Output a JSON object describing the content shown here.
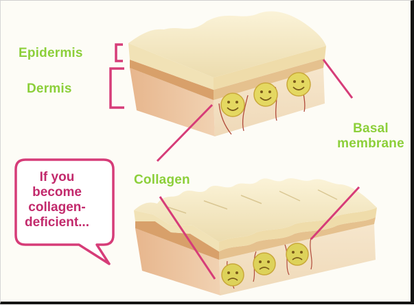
{
  "labels": {
    "epidermis": "Epidermis",
    "dermis": "Dermis",
    "basal_membrane": "Basal\nmembrane",
    "collagen": "Collagen"
  },
  "speech_bubble": {
    "text": "If you\nbecome\ncollagen-\ndeficient..."
  },
  "colors": {
    "label_green": "#8ccf3a",
    "pointer_pink": "#d63c78",
    "bubble_text": "#c22a6c",
    "epidermis_fill": "#f2e6bf",
    "dermis_fill": "#e6b88c",
    "collagen_fill": "#e6dc6a"
  }
}
